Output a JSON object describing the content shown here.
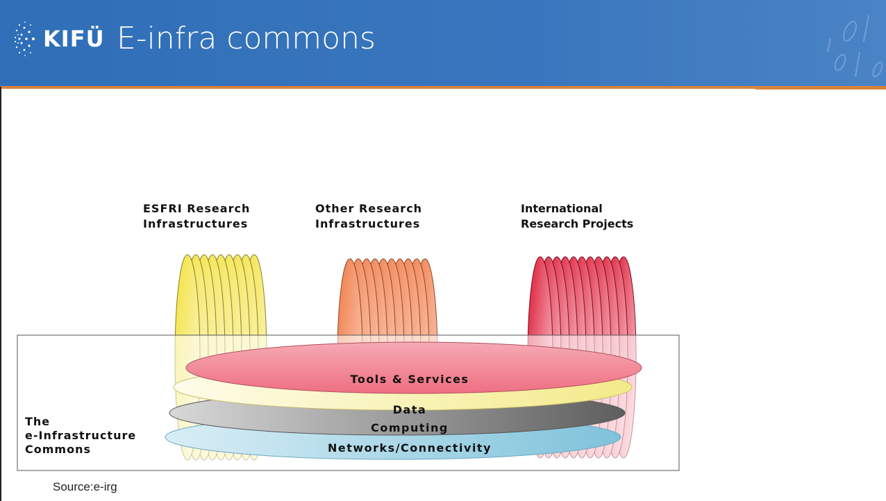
{
  "header": {
    "logo_text": "KIFÜ",
    "title": "E-infra commons"
  },
  "diagram": {
    "groups": [
      {
        "line1": "ESFRI Research",
        "line2": "Infrastructures",
        "color": "#f4e642"
      },
      {
        "line1": "Other Research",
        "line2": "Infrastructures",
        "color": "#f2865a"
      },
      {
        "line1": "International",
        "line2": "Research Projects",
        "color": "#e0243a"
      }
    ],
    "layers": [
      {
        "label": "Tools & Services",
        "color": "#f27a8c"
      },
      {
        "label": "Data",
        "color": "#f8f3b8"
      },
      {
        "label": "Computing",
        "color": "#a9a9a9"
      },
      {
        "label": "Networks/Connectivity",
        "color": "#a8d6e6"
      }
    ],
    "commons_label": {
      "line1": "The",
      "line2": "e-Infrastructure",
      "line3": "Commons"
    }
  },
  "footer": {
    "source_prefix": "Source:",
    "source_name": "e-irg"
  }
}
